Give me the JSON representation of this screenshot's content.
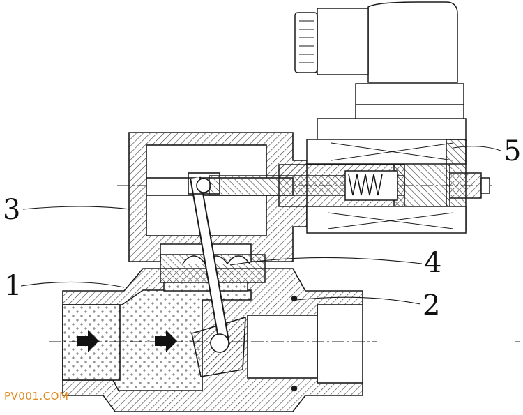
{
  "diagram": {
    "callouts": [
      {
        "id": "1",
        "text": "1"
      },
      {
        "id": "2",
        "text": "2"
      },
      {
        "id": "3",
        "text": "3"
      },
      {
        "id": "4",
        "text": "4"
      },
      {
        "id": "5",
        "text": "5"
      }
    ],
    "watermark": "PV001.COM",
    "colors": {
      "line": "#1a1a1a",
      "hatch": "#3a3a3a",
      "fluid_dots": "#555555",
      "watermark": "#e08a1e"
    },
    "icons": [
      "flow-arrow-icon",
      "spring-icon"
    ]
  }
}
